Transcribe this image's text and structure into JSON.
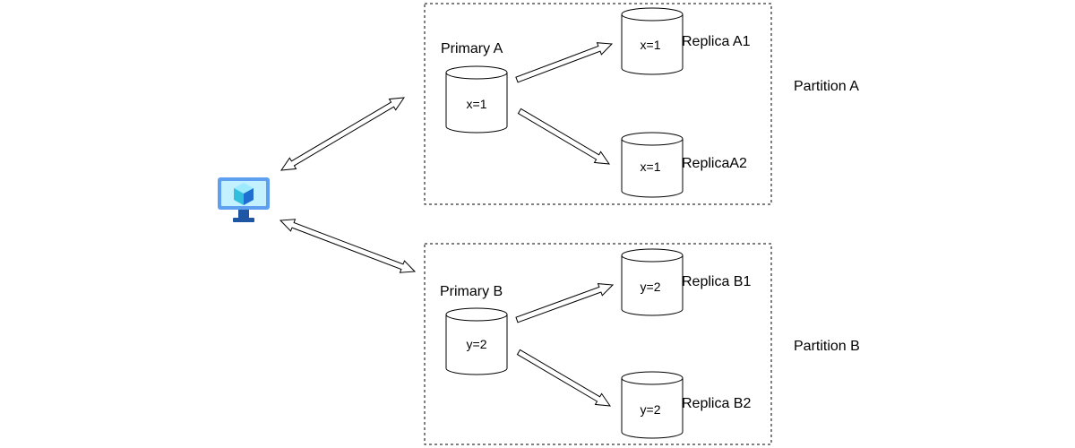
{
  "partitions": [
    {
      "label": "Partition A",
      "primary": {
        "label": "Primary A",
        "value": "x=1"
      },
      "replicas": [
        {
          "label": "Replica A1",
          "value": "x=1"
        },
        {
          "label": "ReplicaA2",
          "value": "x=1"
        }
      ]
    },
    {
      "label": "Partition B",
      "primary": {
        "label": "Primary B",
        "value": "y=2"
      },
      "replicas": [
        {
          "label": "Replica B1",
          "value": "y=2"
        },
        {
          "label": "Replica B2",
          "value": "y=2"
        }
      ]
    }
  ],
  "client": {
    "icon": "virtual-machine-icon"
  },
  "colors": {
    "stroke": "#000000",
    "box_dash": "#000000",
    "monitor_frame": "#5ea0ef",
    "monitor_screen": "#c3f1ff",
    "monitor_stand": "#1f56a3",
    "cube_top": "#9cebff",
    "cube_left": "#32bedd",
    "cube_right": "#1d6fd1"
  }
}
